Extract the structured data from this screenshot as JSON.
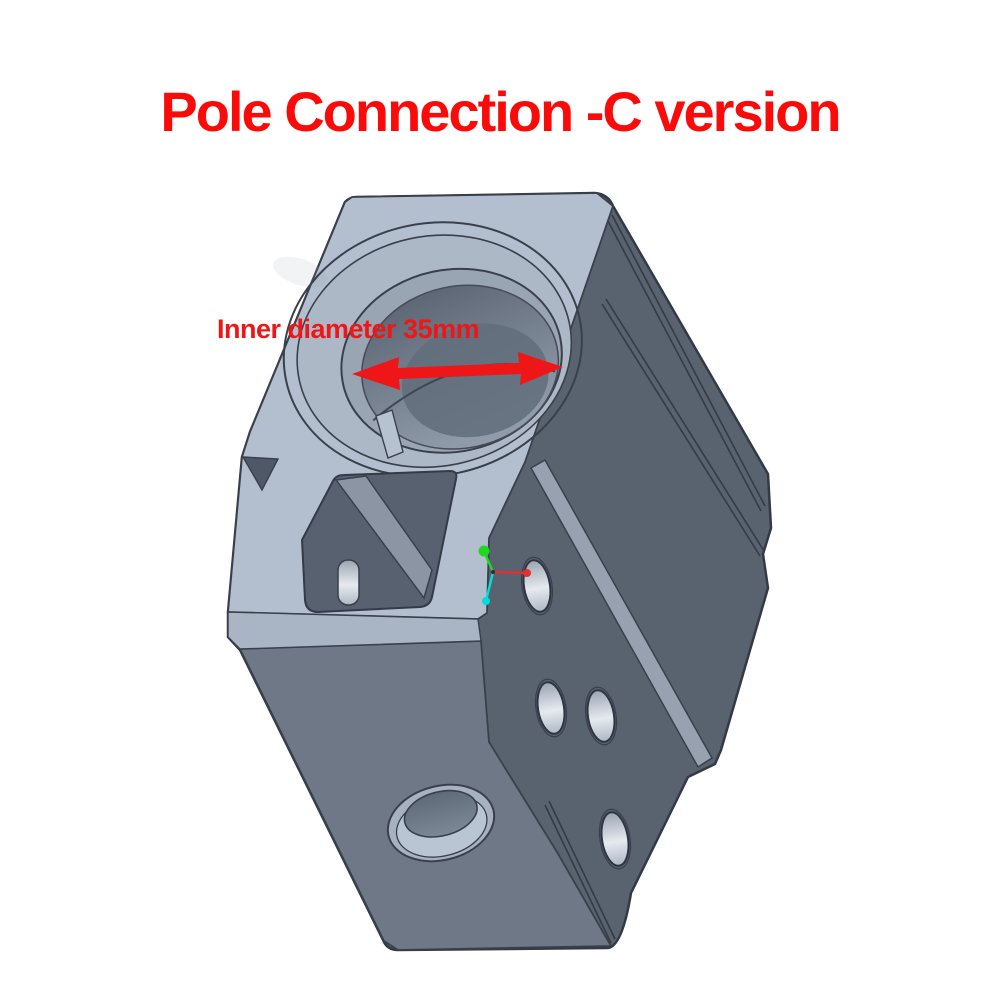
{
  "page": {
    "background_color": "#ffffff"
  },
  "title": {
    "text": "Pole Connection -C version",
    "color": "#fb0a0a"
  },
  "dimension": {
    "label": "Inner diameter 35mm",
    "value_mm": 35,
    "color": "#ee1616"
  },
  "part": {
    "colors": {
      "top_face": "#b3bfce",
      "front_face": "#6e7887",
      "side_face": "#59626f",
      "outline": "#39404c",
      "bore_wall": "#9aa5b4",
      "highlight_band": "#97a1b0"
    }
  },
  "orientation_triad": {
    "x_axis_color": "#e03030",
    "y_axis_color": "#22d622",
    "z_axis_color": "#00dddd"
  }
}
